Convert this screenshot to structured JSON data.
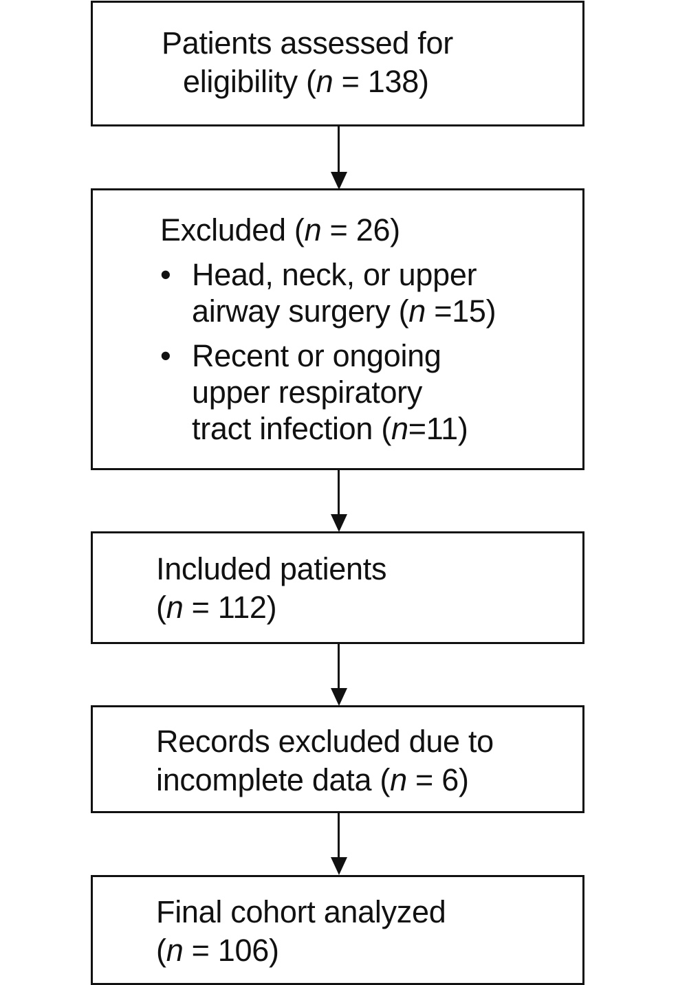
{
  "boxes": {
    "assessed": {
      "line1": "Patients assessed for",
      "line2_pre": "eligibility (",
      "n": "n",
      "line2_post": " = 138)"
    },
    "excluded": {
      "title_pre": "Excluded (",
      "n": "n",
      "title_post": " = 26)",
      "bullet": "•",
      "reasons": [
        {
          "line1": "Head, neck, or upper",
          "line2_pre": "airway surgery (",
          "n": "n",
          "line2_post": " =15)"
        },
        {
          "line1": "Recent or ongoing",
          "line2": "upper respiratory",
          "line3_pre": "tract infection (",
          "n": "n",
          "line3_post": "=11)"
        }
      ]
    },
    "included": {
      "line1": "Included patients",
      "line2_pre": "(",
      "n": "n",
      "line2_post": " = 112)"
    },
    "incomplete": {
      "line1": "Records excluded due to",
      "line2_pre": "incomplete data (",
      "n": "n",
      "line2_post": " = 6)"
    },
    "final": {
      "line1": "Final cohort analyzed",
      "line2_pre": "(",
      "n": "n",
      "line2_post": " = 106)"
    }
  }
}
